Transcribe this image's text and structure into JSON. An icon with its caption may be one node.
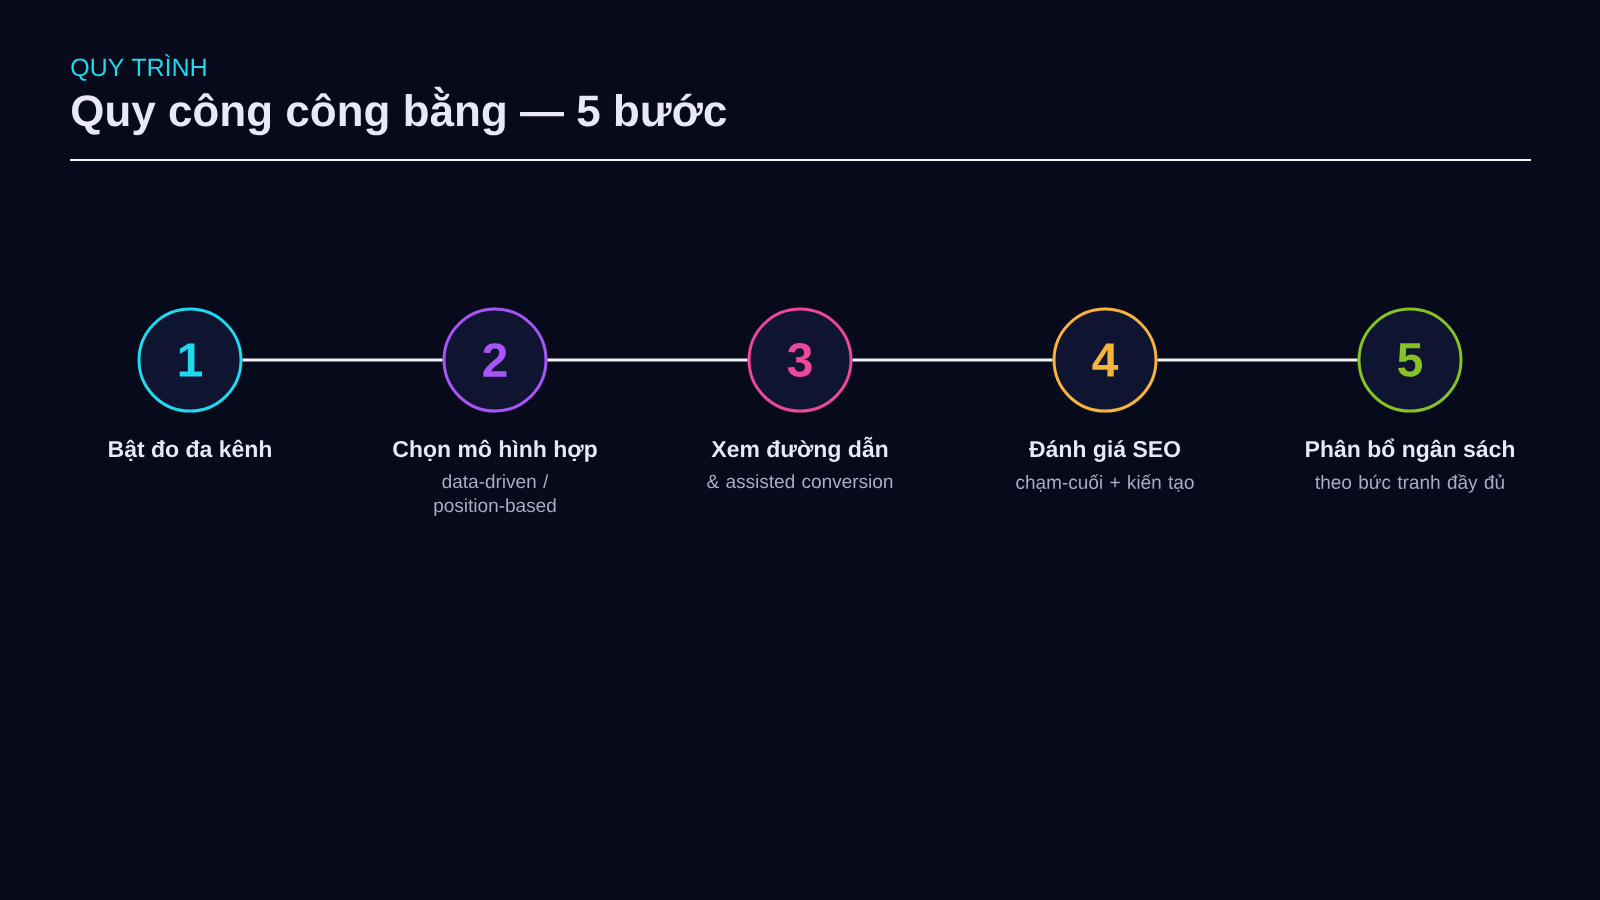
{
  "diagram": {
    "title": "Quy công công bằng — 5 bước",
    "nodes": [
      {
        "text": [
          "1"
        ],
        "beside": [
          "Bật đo đa kênh"
        ]
      },
      {
        "text": [
          "2"
        ],
        "beside": [
          "Chọn mô hình hợp",
          "data-driven / position-based"
        ]
      },
      {
        "text": [
          "3"
        ],
        "beside": [
          "Xem đường dẫn",
          "& assisted conversion"
        ]
      },
      {
        "text": [
          "4"
        ],
        "beside": [
          "Đánh giá SEO",
          "chạm-cuối + kiến tạo"
        ]
      },
      {
        "text": [
          "5"
        ],
        "beside": [
          "Phân bổ ngân sách",
          "theo bức tranh đầy đủ"
        ]
      }
    ],
    "edges": [
      {
        "from": 0,
        "to": 1,
        "arrow": "none"
      },
      {
        "from": 1,
        "to": 2,
        "arrow": "none"
      },
      {
        "from": 2,
        "to": 3,
        "arrow": "none"
      },
      {
        "from": 3,
        "to": 4,
        "arrow": "none"
      }
    ],
    "labels": [
      "QUY TRÌNH"
    ]
  }
}
